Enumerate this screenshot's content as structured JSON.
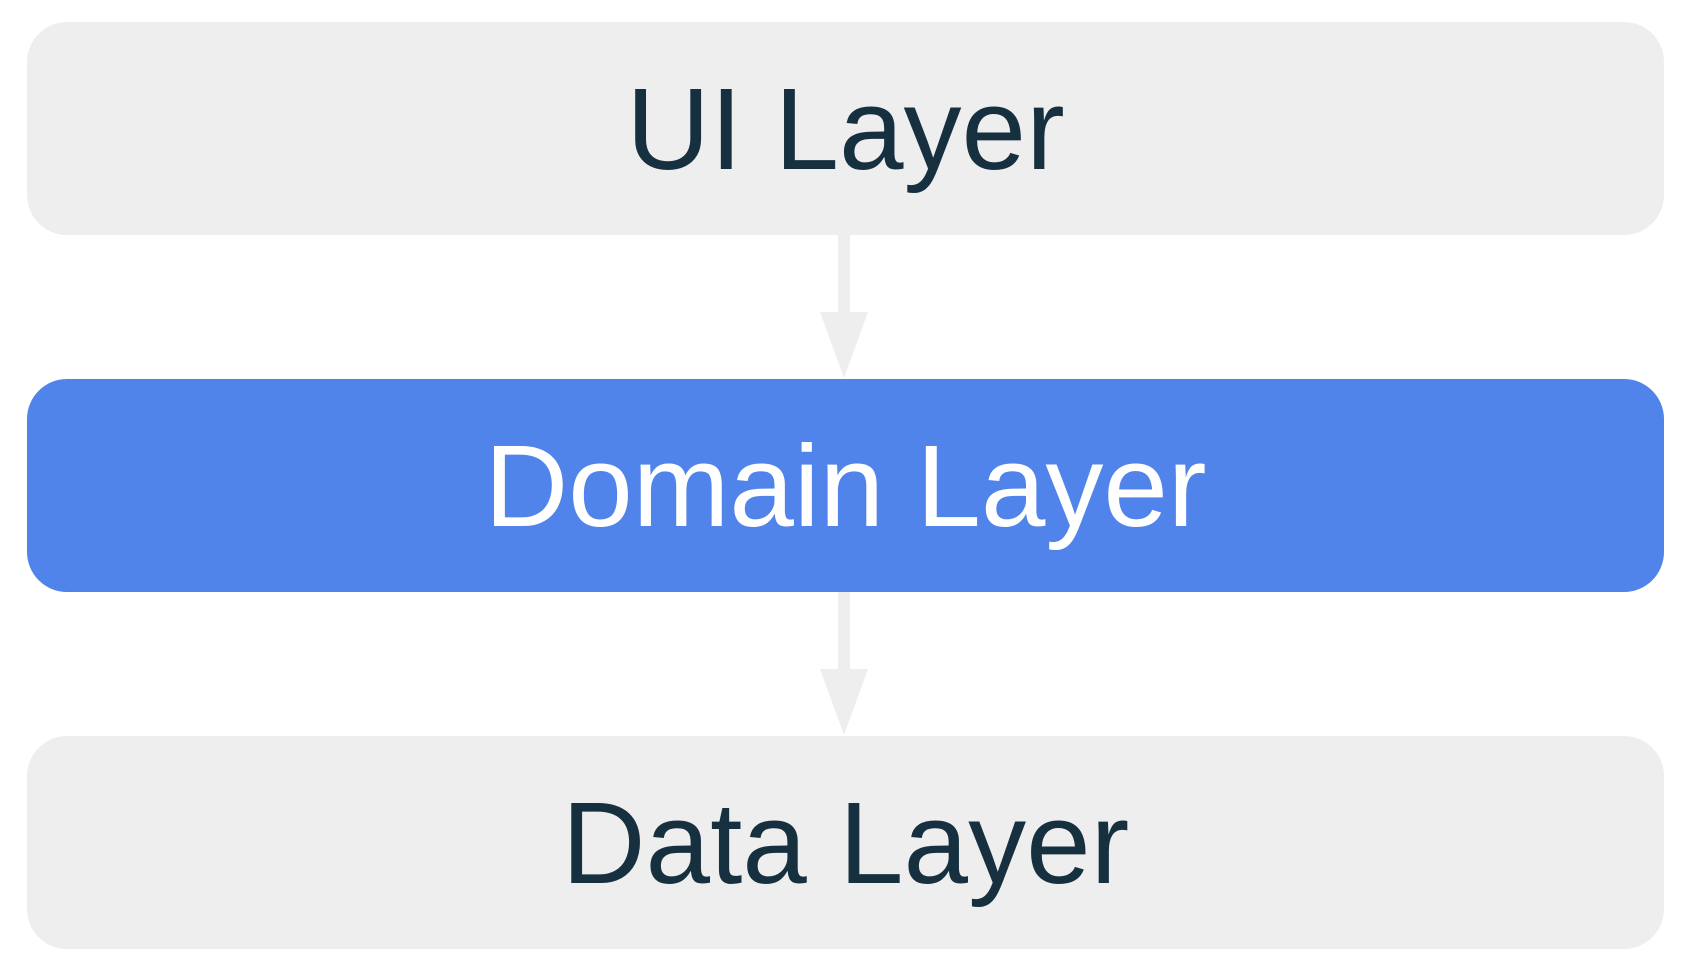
{
  "diagram": {
    "layers": [
      {
        "label": "UI Layer",
        "fill": "#eeeeee",
        "text_color": "#17303f"
      },
      {
        "label": "Domain Layer",
        "fill": "#5084ea",
        "text_color": "#ffffff"
      },
      {
        "label": "Data Layer",
        "fill": "#eeeeee",
        "text_color": "#17303f"
      }
    ],
    "connectors": [
      {
        "from": "UI Layer",
        "to": "Domain Layer",
        "color": "#eeeeee",
        "style": "arrow-down"
      },
      {
        "from": "Domain Layer",
        "to": "Data Layer",
        "color": "#eeeeee",
        "style": "arrow-down"
      }
    ]
  }
}
